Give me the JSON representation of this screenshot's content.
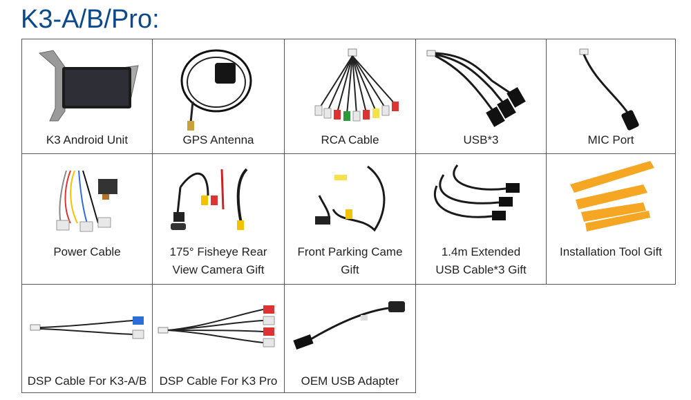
{
  "page": {
    "title": "K3-A/B/Pro:"
  },
  "items": [
    {
      "label": "K3 Android Unit"
    },
    {
      "label": "GPS Antenna"
    },
    {
      "label": "RCA Cable"
    },
    {
      "label": "USB*3"
    },
    {
      "label": "MIC Port"
    },
    {
      "label": "Power Cable"
    },
    {
      "line1": "175° Fisheye Rear",
      "line2": "View Camera Gift"
    },
    {
      "line1": "Front Parking Came",
      "line2": "Gift"
    },
    {
      "line1": "1.4m Extended",
      "line2": "USB Cable*3 Gift"
    },
    {
      "label": "Installation Tool Gift"
    },
    {
      "label": "DSP Cable For K3-A/B"
    },
    {
      "label": "DSP Cable For K3 Pro"
    },
    {
      "label": "OEM USB Adapter"
    }
  ],
  "colors": {
    "title": "#0a4a8c",
    "tool_orange": "#f5a623"
  }
}
